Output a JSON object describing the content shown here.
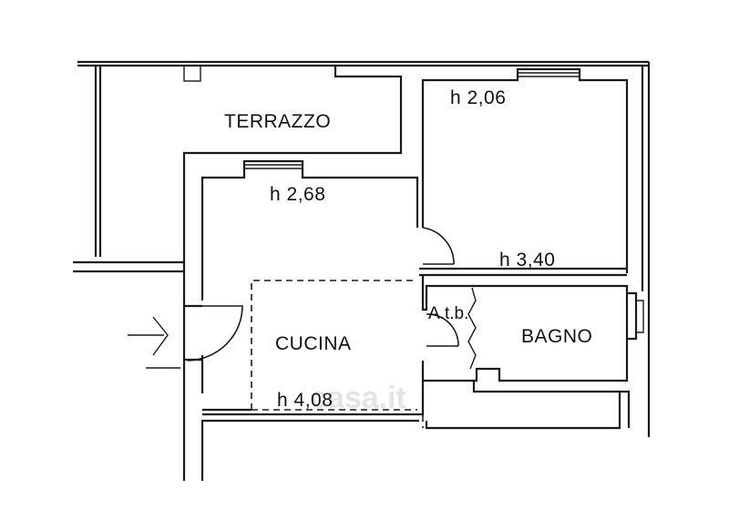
{
  "rooms": {
    "terrazzo": "TERRAZZO",
    "cucina": "CUCINA",
    "bagno": "BAGNO",
    "atb": "A.t.b."
  },
  "heights": {
    "room_right": "h 2,06",
    "room_center": "h 2,68",
    "corridor": "h 3,40",
    "cucina": "h 4,08"
  },
  "watermark": "casa.it"
}
